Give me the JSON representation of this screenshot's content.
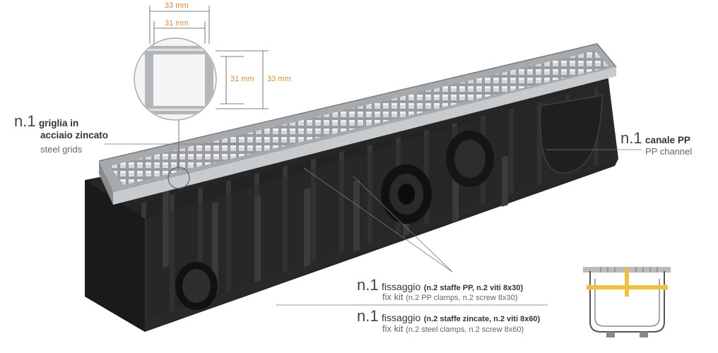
{
  "dimensions": {
    "outer_width": "33 mm",
    "inner_width": "31 mm",
    "inner_height": "31 mm",
    "outer_height": "33 mm"
  },
  "labels": {
    "grid": {
      "count": "n.1",
      "name_it_line1": "griglia in",
      "name_it_line2": "acciaio zincato",
      "name_en": "steel grids"
    },
    "channel": {
      "count": "n.1",
      "name_it": "canale PP",
      "name_en": "PP channel"
    },
    "fix_pp": {
      "count": "n.1",
      "name_it": "fissaggio",
      "detail_it": "(n.2 staffe PP, n.2 viti 8x30)",
      "name_en": "fix kit",
      "detail_en": "(n.2 PP clamps, n.2 screw 8x30)"
    },
    "fix_steel": {
      "count": "n.1",
      "name_it": "fissaggio",
      "detail_it": "(n.2 staffe zincate, n.2 viti 8x60)",
      "name_en": "fix kit",
      "detail_en": "(n.2 steel clamps, n.2 screw 8x60)"
    }
  },
  "colors": {
    "dimension": "#d98a3a",
    "channel": "#1e1e1e",
    "grate": "#b9bcbf",
    "clamp": "#f0c040"
  }
}
